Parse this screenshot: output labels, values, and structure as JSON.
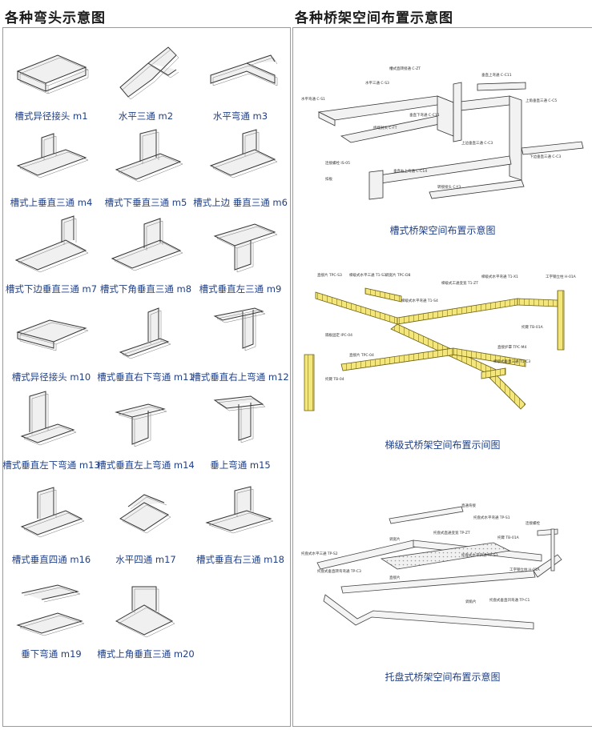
{
  "headings": {
    "left": "各种弯头示意图",
    "right": "各种桥架空间布置示意图"
  },
  "fittings": [
    {
      "label": "槽式异径接头 m1"
    },
    {
      "label": "水平三通  m2"
    },
    {
      "label": "水平弯通 m3"
    },
    {
      "label": "槽式上垂直三通 m4"
    },
    {
      "label": "槽式下垂直三通 m5"
    },
    {
      "label": "槽式上边 垂直三通 m6"
    },
    {
      "label": "槽式下边垂直三通 m7"
    },
    {
      "label": "槽式下角垂直三通 m8"
    },
    {
      "label": "槽式垂直左三通 m9"
    },
    {
      "label": "槽式异径接头  m10"
    },
    {
      "label": "槽式垂直右下弯通 m11"
    },
    {
      "label": "槽式垂直右上弯通 m12"
    },
    {
      "label": "槽式垂直左下弯通 m13"
    },
    {
      "label": "槽式垂直左上弯通 m14"
    },
    {
      "label": "垂上弯通 m15"
    },
    {
      "label": "槽式垂直四通 m16"
    },
    {
      "label": "水平四通 m17"
    },
    {
      "label": "槽式垂直右三通 m18"
    },
    {
      "label": "垂下弯通 m19"
    },
    {
      "label": "槽式上角垂直三通 m20"
    }
  ],
  "diagrams": {
    "trough": {
      "caption": "槽式桥架空间布置示意图",
      "labels": [
        "槽式直转接通 C-ZT",
        "水平三通 C-S3",
        "垂直上弯通 C-C11",
        "水平弯通 C-S1",
        "垂直下弯通 C-C11",
        "上角垂直三通 C-C5",
        "终端封头 C-FT",
        "上边垂直三通 C-C3",
        "下边垂直三通 C-C3",
        "连接螺栓 IS-05",
        "垂直右上弯通 C-C14",
        "转接接头 C-Y3",
        "扣板"
      ]
    },
    "ladder": {
      "caption": "梯级式桥架空间布置示间图",
      "labels": [
        "直接片 TPC-S3",
        "梯级式水平三通 T1-S3",
        "调宽片 TPC-D8",
        "梯级式工通变宽 T1-ZT",
        "梯级式水平弯通 T1-X1",
        "工字钢立柱 H-01A",
        "梯级式水平弯通 T1-S4",
        "隔板固定 IPC-04",
        "直接片 TPC-04",
        "托臂 TB-01A",
        "直接护罩 TPC-M4",
        "托臂 TB-04",
        "梯级式垂直三通 T1-C3"
      ]
    },
    "tray": {
      "caption": "托盘式桥架空间布置示意图",
      "labels": [
        "直通弯接",
        "托盘式水平弯通 TP-S1",
        "连接螺栓",
        "托盘式直通变宽 TP-ZT",
        "调宽片",
        "托臂 TB-01A",
        "托盘式水平三通 TP-S2",
        "托盘式水平四通 TP-S3",
        "工字钢立柱 H-01A",
        "直接片",
        "托盘式垂直转弯弯通 TP-C3",
        "调角片",
        "托盘式垂直凹弯通 TP-C1"
      ]
    }
  }
}
